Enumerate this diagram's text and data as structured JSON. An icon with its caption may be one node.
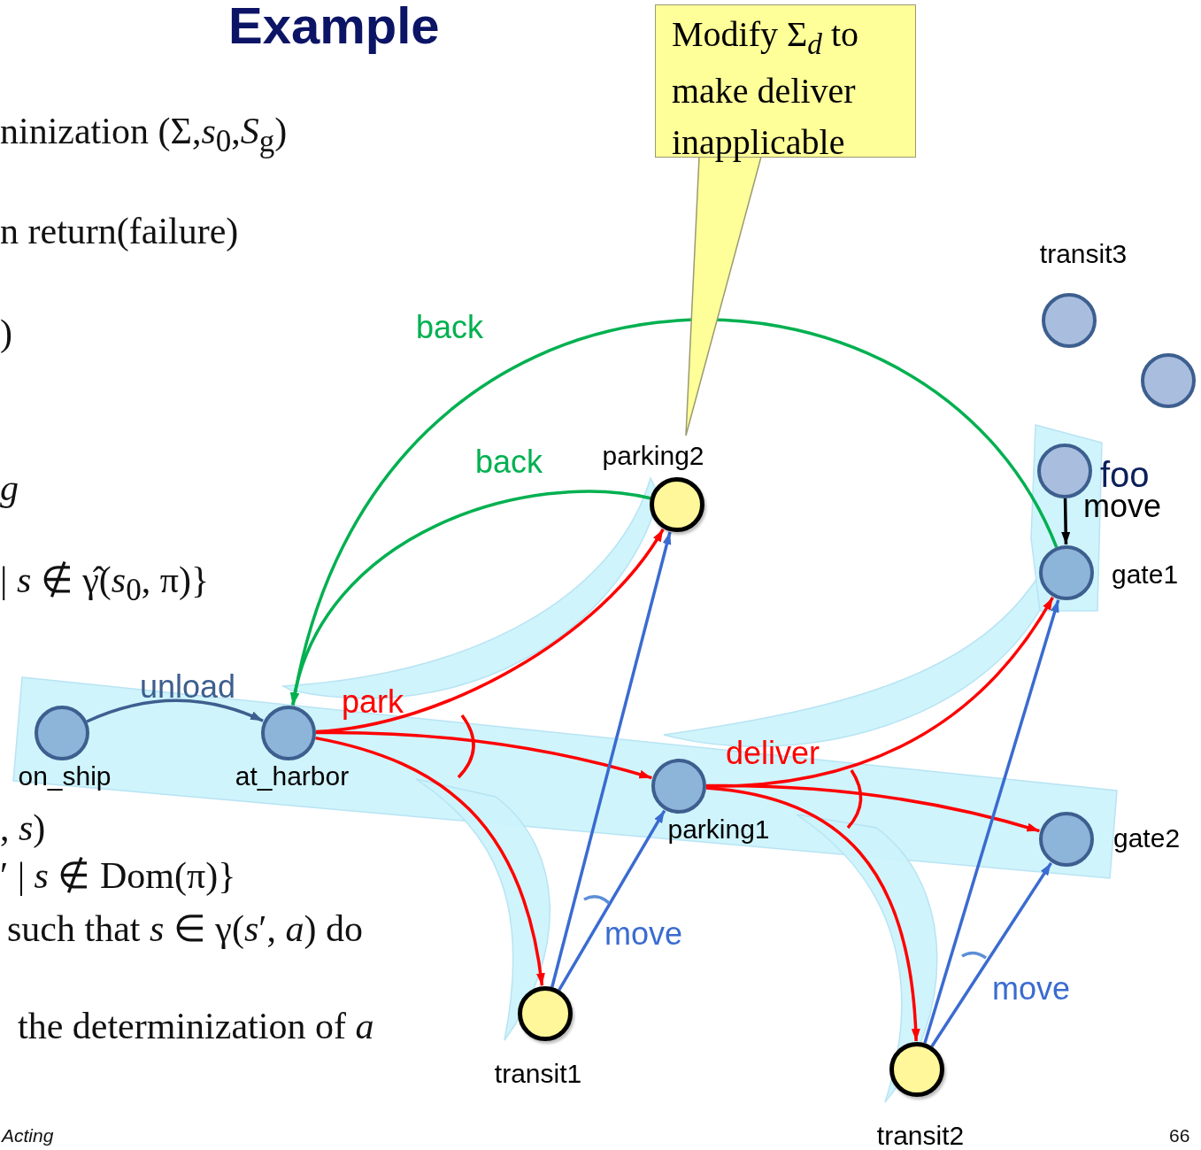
{
  "diagram": {
    "title": "Example",
    "nodes": [
      {
        "text": [
          "Modify Σ$_{d}$ to make deliver inapplicable"
        ]
      },
      {
        "text": [
          "on_ship"
        ]
      },
      {
        "text": [
          "at_harbor"
        ]
      },
      {
        "text": [
          "parking2"
        ]
      },
      {
        "text": [
          "parking1"
        ]
      },
      {
        "text": [
          "transit1"
        ]
      },
      {
        "text": [
          "transit2"
        ]
      },
      {
        "text": [
          "transit3"
        ]
      },
      {
        "text": [],
        "shape": "circle"
      },
      {
        "text": [
          "foo"
        ]
      },
      {
        "text": [
          "gate1"
        ]
      },
      {
        "text": [
          "gate2"
        ]
      }
    ],
    "edges": [
      {
        "from": 1,
        "to": 2,
        "arrow": "to",
        "label": "unload",
        "color": "#3d5f8f"
      },
      {
        "from": 3,
        "to": 2,
        "arrow": "to",
        "label": "back",
        "color": "#00b050"
      },
      {
        "from": 10,
        "to": 2,
        "arrow": "to",
        "label": "back",
        "color": "#00b050"
      },
      {
        "from": 2,
        "to": 3,
        "arrow": "to",
        "label": "park"
      },
      {
        "from": 2,
        "to": 4,
        "arrow": "to"
      },
      {
        "from": 2,
        "to": 5,
        "arrow": "to"
      },
      {
        "from": 4,
        "to": 10,
        "arrow": "to",
        "label": "deliver"
      },
      {
        "from": 4,
        "to": 11,
        "arrow": "to"
      },
      {
        "from": 4,
        "to": 6,
        "arrow": "to"
      },
      {
        "from": 5,
        "to": 3,
        "arrow": "to",
        "color": "#3a6bd0"
      },
      {
        "from": 5,
        "to": 4,
        "arrow": "to",
        "label": "move",
        "color": "#3a6bd0"
      },
      {
        "from": 6,
        "to": 10,
        "arrow": "to",
        "color": "#3a6bd0"
      },
      {
        "from": 6,
        "to": 11,
        "arrow": "to",
        "label": "move",
        "color": "#3a6bd0"
      },
      {
        "from": 9,
        "to": 10,
        "arrow": "to",
        "label": "move",
        "color": "#000000"
      }
    ],
    "labels": [
      "ninization (Σ,*s*$_{0}$,*S*$_{g}$)",
      "n return(failure)",
      ")",
      "*g*",
      "| *s* ∉ γ̂(*s*$_{0}$, π)}",
      ", *s*)",
      "′ | *s* ∉ Dom(π)}",
      "such that *s* ∈ γ(*s*′, *a*) do",
      "the determinization of *a*",
      "Acting",
      "66"
    ]
  }
}
